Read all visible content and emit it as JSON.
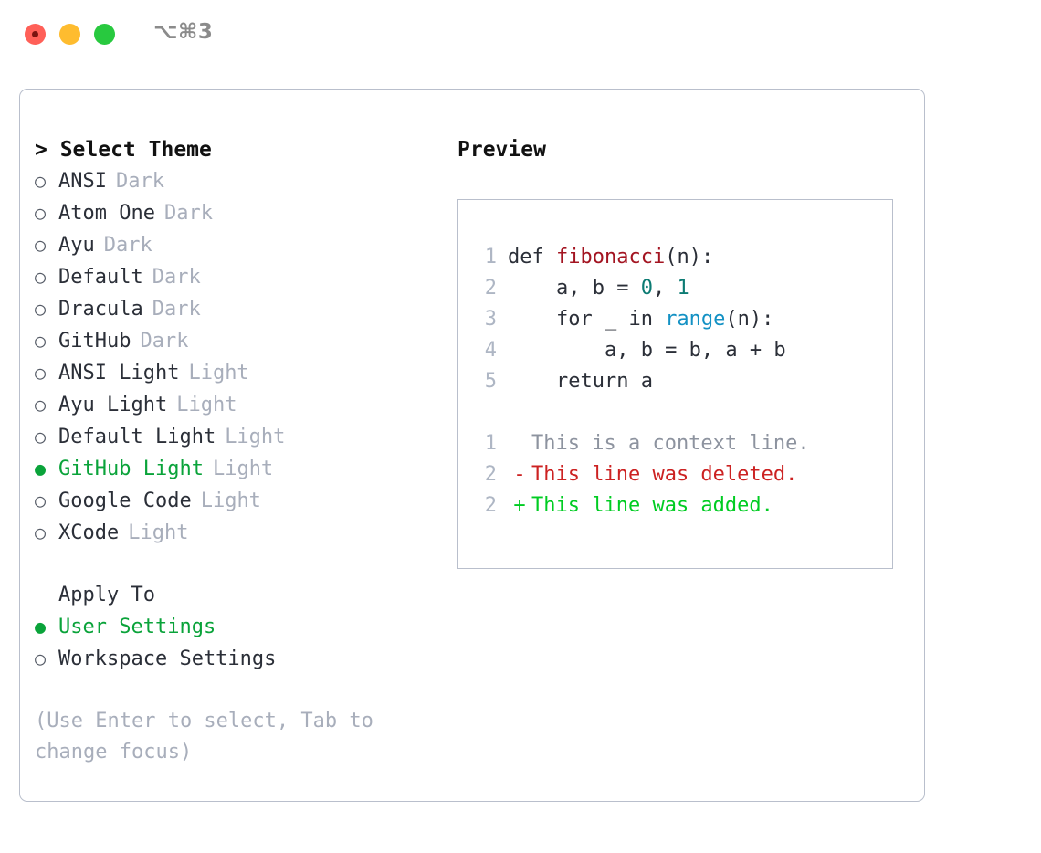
{
  "window": {
    "title": "⌥⌘3",
    "traffic_lights": [
      {
        "name": "close",
        "color": "#ff6058"
      },
      {
        "name": "minimize",
        "color": "#febc2f"
      },
      {
        "name": "zoom",
        "color": "#28c93f"
      }
    ]
  },
  "accent_color": "#0aa33a",
  "theme_picker": {
    "header": "> Select Theme",
    "items": [
      {
        "marker": "○",
        "name": "ANSI",
        "tag": "Dark",
        "selected": false
      },
      {
        "marker": "○",
        "name": "Atom One",
        "tag": "Dark",
        "selected": false
      },
      {
        "marker": "○",
        "name": "Ayu",
        "tag": "Dark",
        "selected": false
      },
      {
        "marker": "○",
        "name": "Default",
        "tag": "Dark",
        "selected": false
      },
      {
        "marker": "○",
        "name": "Dracula",
        "tag": "Dark",
        "selected": false
      },
      {
        "marker": "○",
        "name": "GitHub",
        "tag": "Dark",
        "selected": false
      },
      {
        "marker": "○",
        "name": "ANSI Light",
        "tag": "Light",
        "selected": false
      },
      {
        "marker": "○",
        "name": "Ayu Light",
        "tag": "Light",
        "selected": false
      },
      {
        "marker": "○",
        "name": "Default Light",
        "tag": "Light",
        "selected": false
      },
      {
        "marker": "●",
        "name": "GitHub Light",
        "tag": "Light",
        "selected": true
      },
      {
        "marker": "○",
        "name": "Google Code",
        "tag": "Light",
        "selected": false
      },
      {
        "marker": "○",
        "name": "XCode",
        "tag": "Light",
        "selected": false
      }
    ]
  },
  "apply_to": {
    "title": "Apply To",
    "options": [
      {
        "marker": "●",
        "label": "User Settings",
        "selected": true
      },
      {
        "marker": "○",
        "label": "Workspace Settings",
        "selected": false
      }
    ]
  },
  "hint": "(Use Enter to select, Tab to change focus)",
  "preview": {
    "label": "Preview",
    "code_lines": [
      {
        "number": "1",
        "tokens": [
          {
            "text": "def ",
            "kind": "plain"
          },
          {
            "text": "fibonacci",
            "kind": "fn"
          },
          {
            "text": "(n):",
            "kind": "plain"
          }
        ]
      },
      {
        "number": "2",
        "tokens": [
          {
            "text": "    a, b = ",
            "kind": "plain"
          },
          {
            "text": "0",
            "kind": "num"
          },
          {
            "text": ", ",
            "kind": "plain"
          },
          {
            "text": "1",
            "kind": "num"
          }
        ]
      },
      {
        "number": "3",
        "tokens": [
          {
            "text": "    for _ in ",
            "kind": "plain"
          },
          {
            "text": "range",
            "kind": "builtin"
          },
          {
            "text": "(n):",
            "kind": "plain"
          }
        ]
      },
      {
        "number": "4",
        "tokens": [
          {
            "text": "        a, b = b, a + b",
            "kind": "plain"
          }
        ]
      },
      {
        "number": "5",
        "tokens": [
          {
            "text": "    return a",
            "kind": "plain"
          }
        ]
      }
    ],
    "diff_lines": [
      {
        "number": "1",
        "mark": " ",
        "text": "This is a context line.",
        "kind": "ctx"
      },
      {
        "number": "2",
        "mark": "-",
        "text": "This line was deleted.",
        "kind": "del"
      },
      {
        "number": "2",
        "mark": "+",
        "text": "This line was added.",
        "kind": "add"
      }
    ]
  }
}
